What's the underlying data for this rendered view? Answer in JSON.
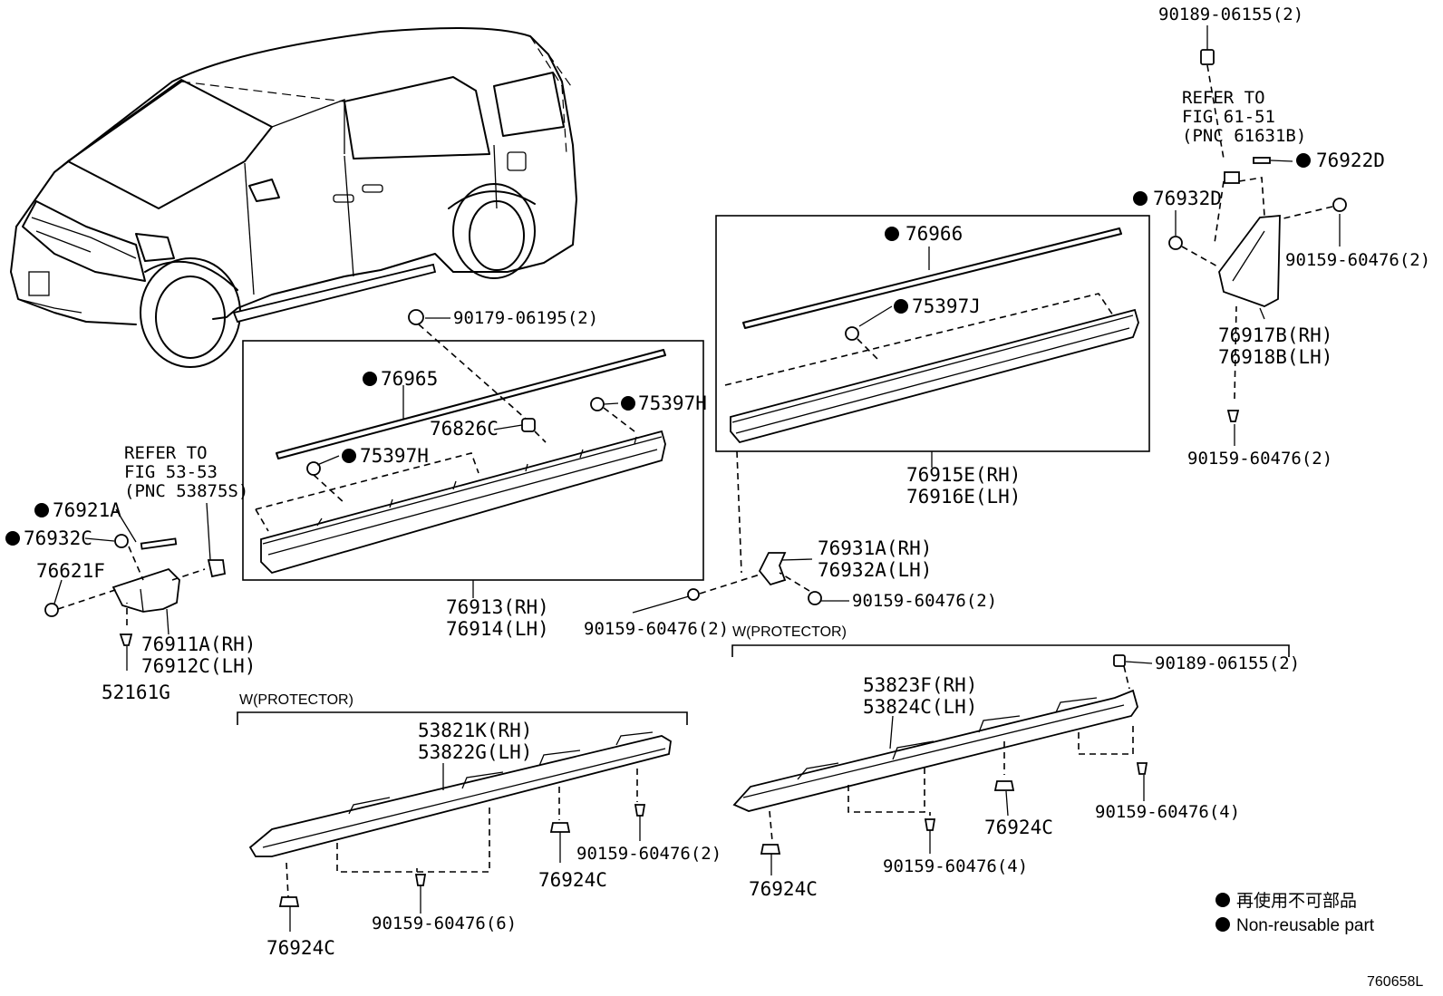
{
  "parts": {
    "p1": "90189-06155(2)",
    "p2": "76922D",
    "p3": "76932D",
    "p4": "90159-60476(2)",
    "p5": "76966",
    "p6": "75397J",
    "p7a": "76917B(RH)",
    "p7b": "76918B(LH)",
    "p8": "90159-60476(2)",
    "p9": "90179-06195(2)",
    "p10": "76965",
    "p11": "75397H",
    "p12": "76826C",
    "p13": "75397H",
    "p14a": "76915E(RH)",
    "p14b": "76916E(LH)",
    "p15": "76921A",
    "p16": "76932C",
    "p17": "76621F",
    "p18a": "76911A(RH)",
    "p18b": "76912C(LH)",
    "p19": "52161G",
    "p20a": "76913(RH)",
    "p20b": "76914(LH)",
    "p21a": "76931A(RH)",
    "p21b": "76932A(LH)",
    "p22": "90159-60476(2)",
    "p23": "90159-60476(2)",
    "p24": "90189-06155(2)",
    "p25a": "53823F(RH)",
    "p25b": "53824C(LH)",
    "p26a": "53821K(RH)",
    "p26b": "53822G(LH)",
    "p27": "90159-60476(4)",
    "p28": "76924C",
    "p29": "90159-60476(2)",
    "p30": "76924C",
    "p31": "90159-60476(6)",
    "p32": "76924C",
    "p33": "90159-60476(4)",
    "p34": "76924C"
  },
  "notes": {
    "refer1": [
      "REFER TO",
      "FIG 61-51",
      "(PNC 61631B)"
    ],
    "refer2": [
      "REFER TO",
      "FIG 53-53",
      "(PNC 53875S)"
    ],
    "protector_right": "W(PROTECTOR)",
    "protector_left": "W(PROTECTOR)"
  },
  "legend": {
    "jp": "再使用不可部品",
    "en": "Non-reusable part"
  },
  "figure_id": "760658L"
}
